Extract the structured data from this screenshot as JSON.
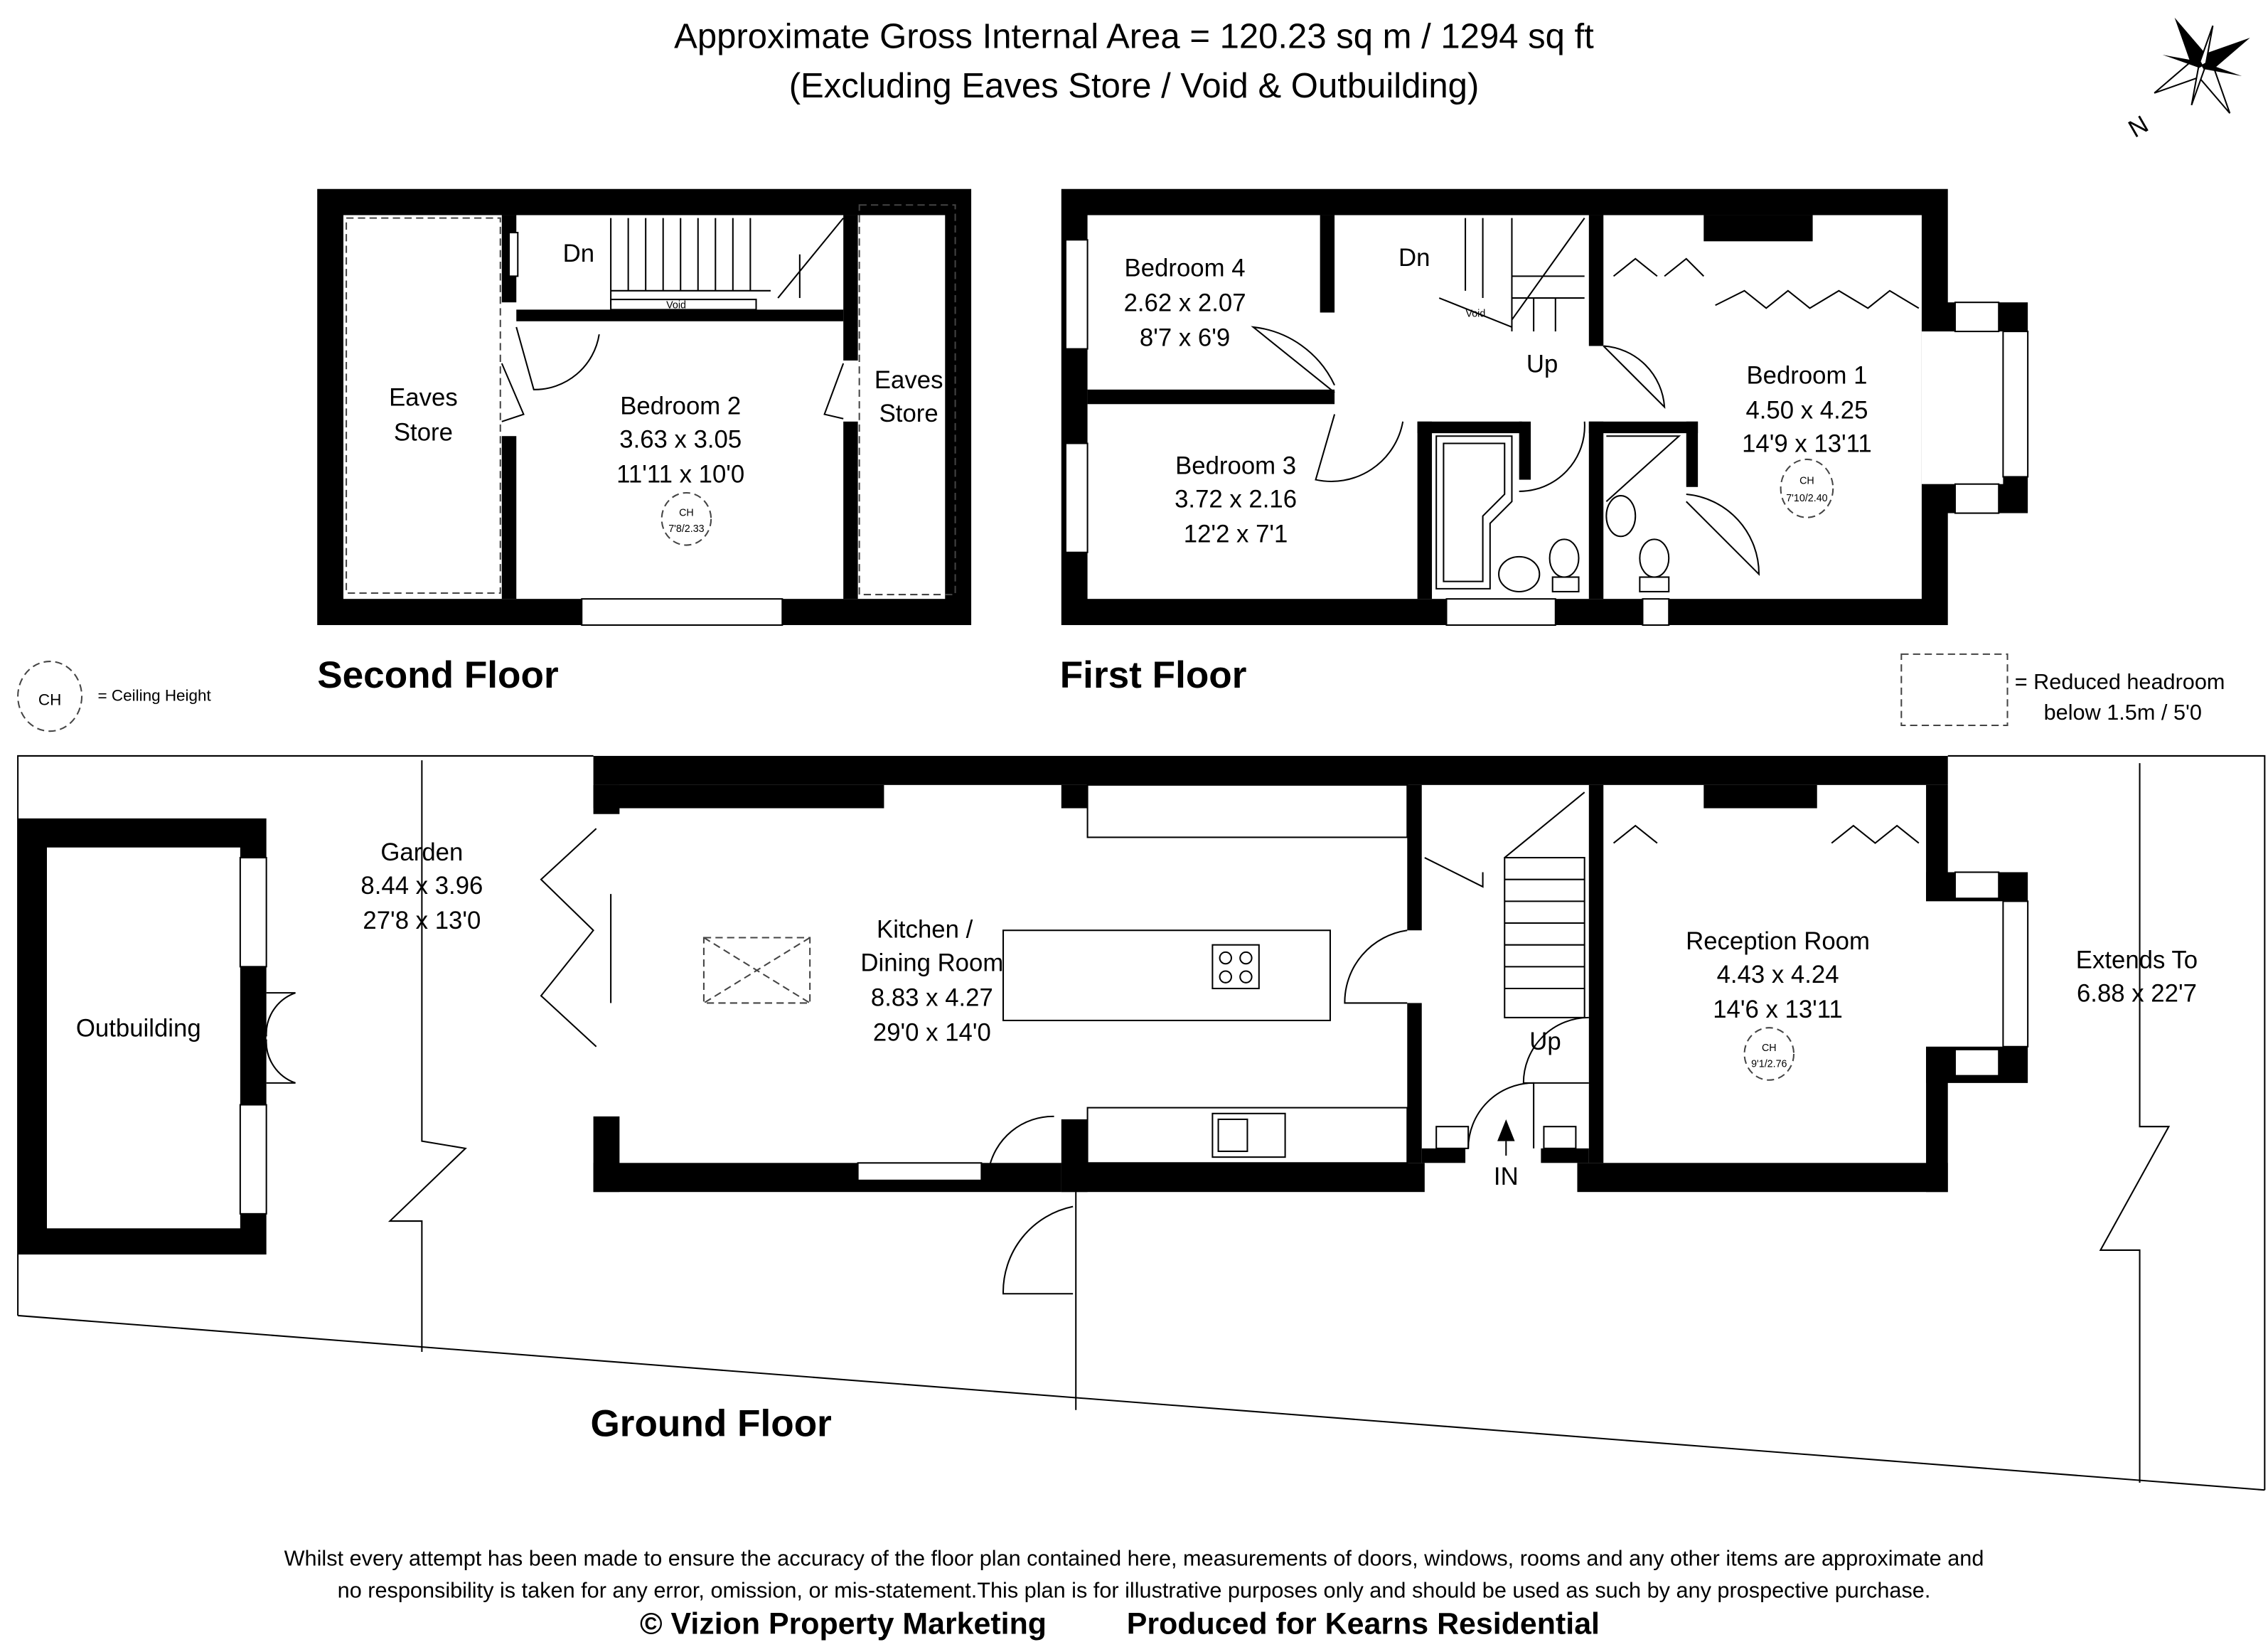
{
  "header": {
    "line1": "Approximate Gross Internal Area = 120.23 sq m / 1294 sq ft",
    "line2": "(Excluding Eaves Store / Void & Outbuilding)",
    "compass_label": "N"
  },
  "legend": {
    "ch_symbol": "CH",
    "ch_text": "= Ceiling Height",
    "reduced_line1": "= Reduced headroom",
    "reduced_line2": "below 1.5m / 5'0"
  },
  "second_floor": {
    "title": "Second Floor",
    "dn": "Dn",
    "void": "Void",
    "eaves_left": [
      "Eaves",
      "Store"
    ],
    "eaves_right": [
      "Eaves",
      "Store"
    ],
    "bedroom2": {
      "name": "Bedroom 2",
      "metric": "3.63 x 3.05",
      "imperial": "11'11 x 10'0",
      "ch": "CH",
      "ch_value": "7'8/2.33"
    }
  },
  "first_floor": {
    "title": "First Floor",
    "dn": "Dn",
    "up": "Up",
    "void": "Void",
    "bedroom4": {
      "name": "Bedroom 4",
      "metric": "2.62 x 2.07",
      "imperial": "8'7 x 6'9"
    },
    "bedroom3": {
      "name": "Bedroom 3",
      "metric": "3.72 x 2.16",
      "imperial": "12'2 x 7'1"
    },
    "bedroom1": {
      "name": "Bedroom 1",
      "metric": "4.50 x 4.25",
      "imperial": "14'9 x 13'11",
      "ch": "CH",
      "ch_value": "7'10/2.40"
    }
  },
  "ground_floor": {
    "title": "Ground Floor",
    "up": "Up",
    "in": "IN",
    "outbuilding": "Outbuilding",
    "garden": {
      "name": "Garden",
      "metric": "8.44 x 3.96",
      "imperial": "27'8 x 13'0"
    },
    "kitchen": {
      "name1": "Kitchen /",
      "name2": "Dining Room",
      "metric": "8.83 x 4.27",
      "imperial": "29'0 x 14'0"
    },
    "reception": {
      "name": "Reception Room",
      "metric": "4.43 x 4.24",
      "imperial": "14'6 x 13'11",
      "ch": "CH",
      "ch_value": "9'1/2.76"
    },
    "extends": {
      "name": "Extends To",
      "metric": "6.88 x 22'7"
    }
  },
  "footer": {
    "disclaimer1": "Whilst every attempt has been made to ensure the accuracy of the floor plan contained here, measurements of doors, windows, rooms and any other items are approximate and",
    "disclaimer2": "no responsibility is taken for any error, omission, or mis-statement.This plan is for illustrative purposes only and should be used as such by any prospective purchase.",
    "copyright": "© Vizion Property Marketing",
    "produced": "Produced for Kearns Residential"
  }
}
